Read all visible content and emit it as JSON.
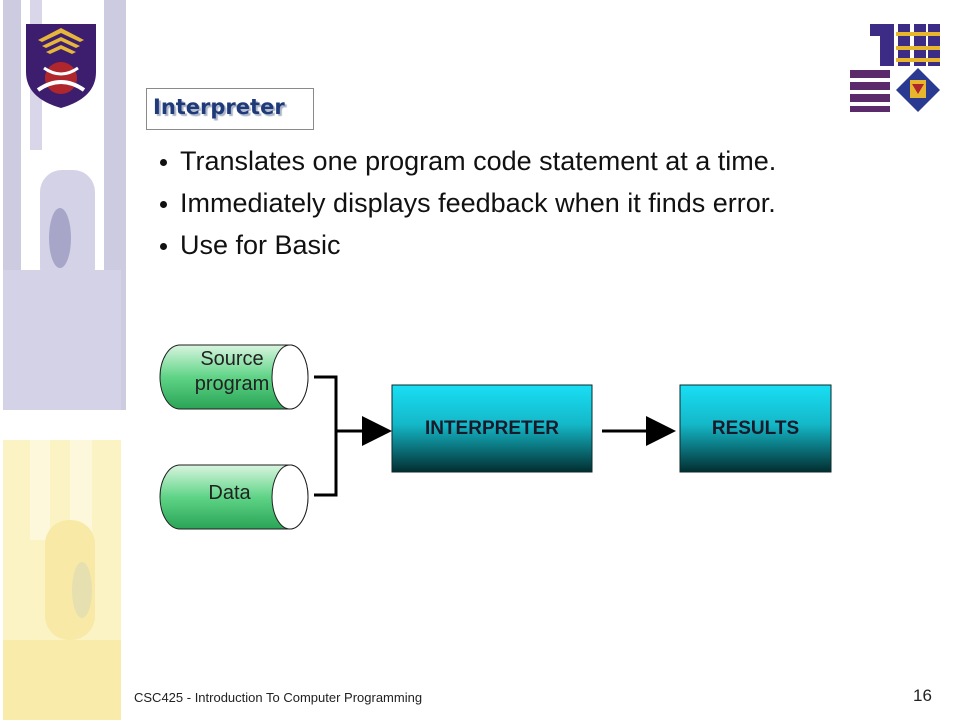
{
  "slide": {
    "title": "Interpreter",
    "bullets": [
      "Translates one program code statement at a time.",
      "Immediately displays feedback when it finds  error.",
      "Use for Basic"
    ]
  },
  "diagram": {
    "source_label_line1": "Source",
    "source_label_line2": "program",
    "data_label": "Data",
    "interpreter_label": "INTERPRETER",
    "results_label": "RESULTS"
  },
  "footer": {
    "course": "CSC425  - Introduction To Computer Programming",
    "page_number": "16"
  },
  "colors": {
    "title_text": "#1f3a78",
    "cylinder_green": "#3ec46d",
    "box_cyan": "#19dcf2",
    "box_dark": "#033c3e",
    "sidebar_purple": "#c8c6dc",
    "sidebar_yellow": "#fbf1b8"
  }
}
